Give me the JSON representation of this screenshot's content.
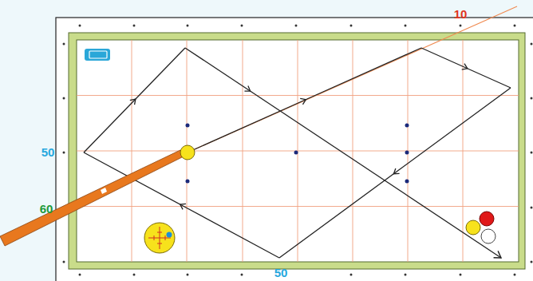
{
  "diagram": {
    "labels": [
      "10",
      "50",
      "60",
      "50"
    ]
  }
}
